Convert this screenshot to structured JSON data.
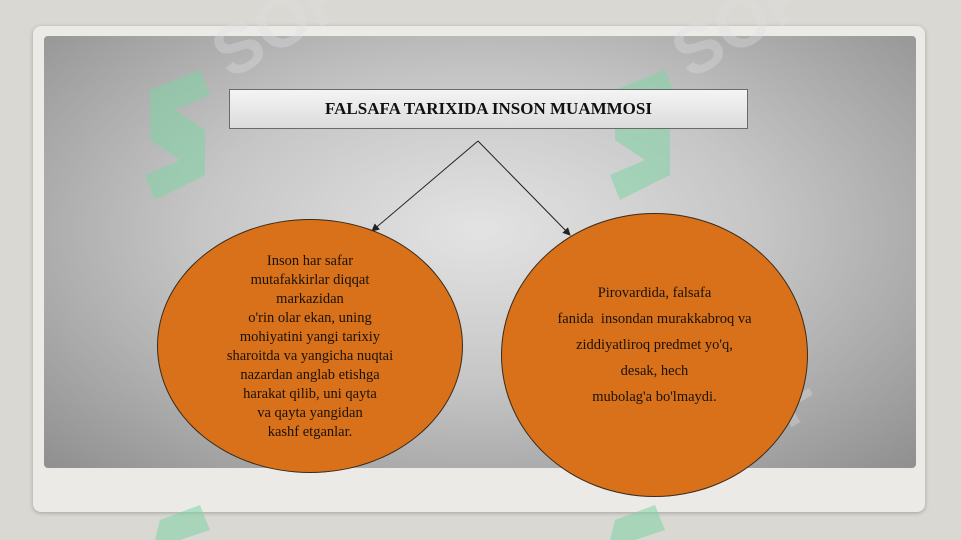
{
  "title": "FALSAFA TARIXIDA INSON MUAMMOSI",
  "left_node": {
    "lines": [
      "Inson har safar",
      "mutafakkirlar diqqat",
      "markazidan",
      "o'rin olar ekan, uning",
      "mohiyatini yangi tarixiy",
      "sharoitda va yangicha nuqtai",
      "nazardan anglab etishga",
      "harakat qilib, uni qayta",
      "va qayta yangidan",
      "kashf etganlar."
    ]
  },
  "right_node": {
    "lines": [
      "Pirovardida, falsafa",
      "fanida  insondan murakkabroq va",
      "ziddiyatliroq predmet yo'q,",
      "desak, hech",
      "mubolag'a bo'lmaydi."
    ]
  },
  "colors": {
    "node_fill": "#d8711a",
    "watermark": "#7fd3a6"
  }
}
